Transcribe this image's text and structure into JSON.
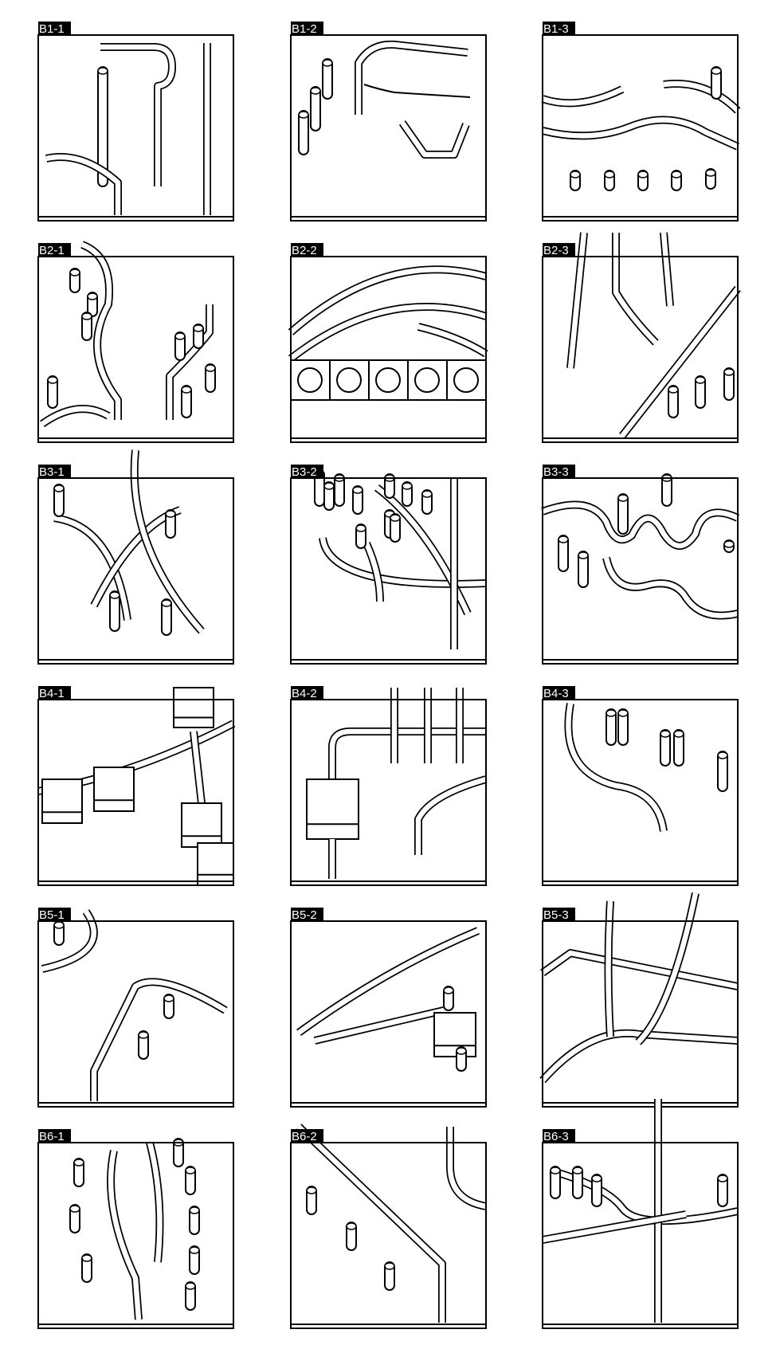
{
  "figure": {
    "panels": [
      {
        "label": "B1-1"
      },
      {
        "label": "B1-2"
      },
      {
        "label": "B1-3"
      },
      {
        "label": "B2-1"
      },
      {
        "label": "B2-2"
      },
      {
        "label": "B2-3"
      },
      {
        "label": "B3-1"
      },
      {
        "label": "B3-2"
      },
      {
        "label": "B3-3"
      },
      {
        "label": "B4-1"
      },
      {
        "label": "B4-2"
      },
      {
        "label": "B4-3"
      },
      {
        "label": "B5-1"
      },
      {
        "label": "B5-2"
      },
      {
        "label": "B5-3"
      },
      {
        "label": "B6-1"
      },
      {
        "label": "B6-2"
      },
      {
        "label": "B6-3"
      }
    ],
    "colors": {
      "ink": "#000000",
      "paper": "#ffffff"
    }
  }
}
